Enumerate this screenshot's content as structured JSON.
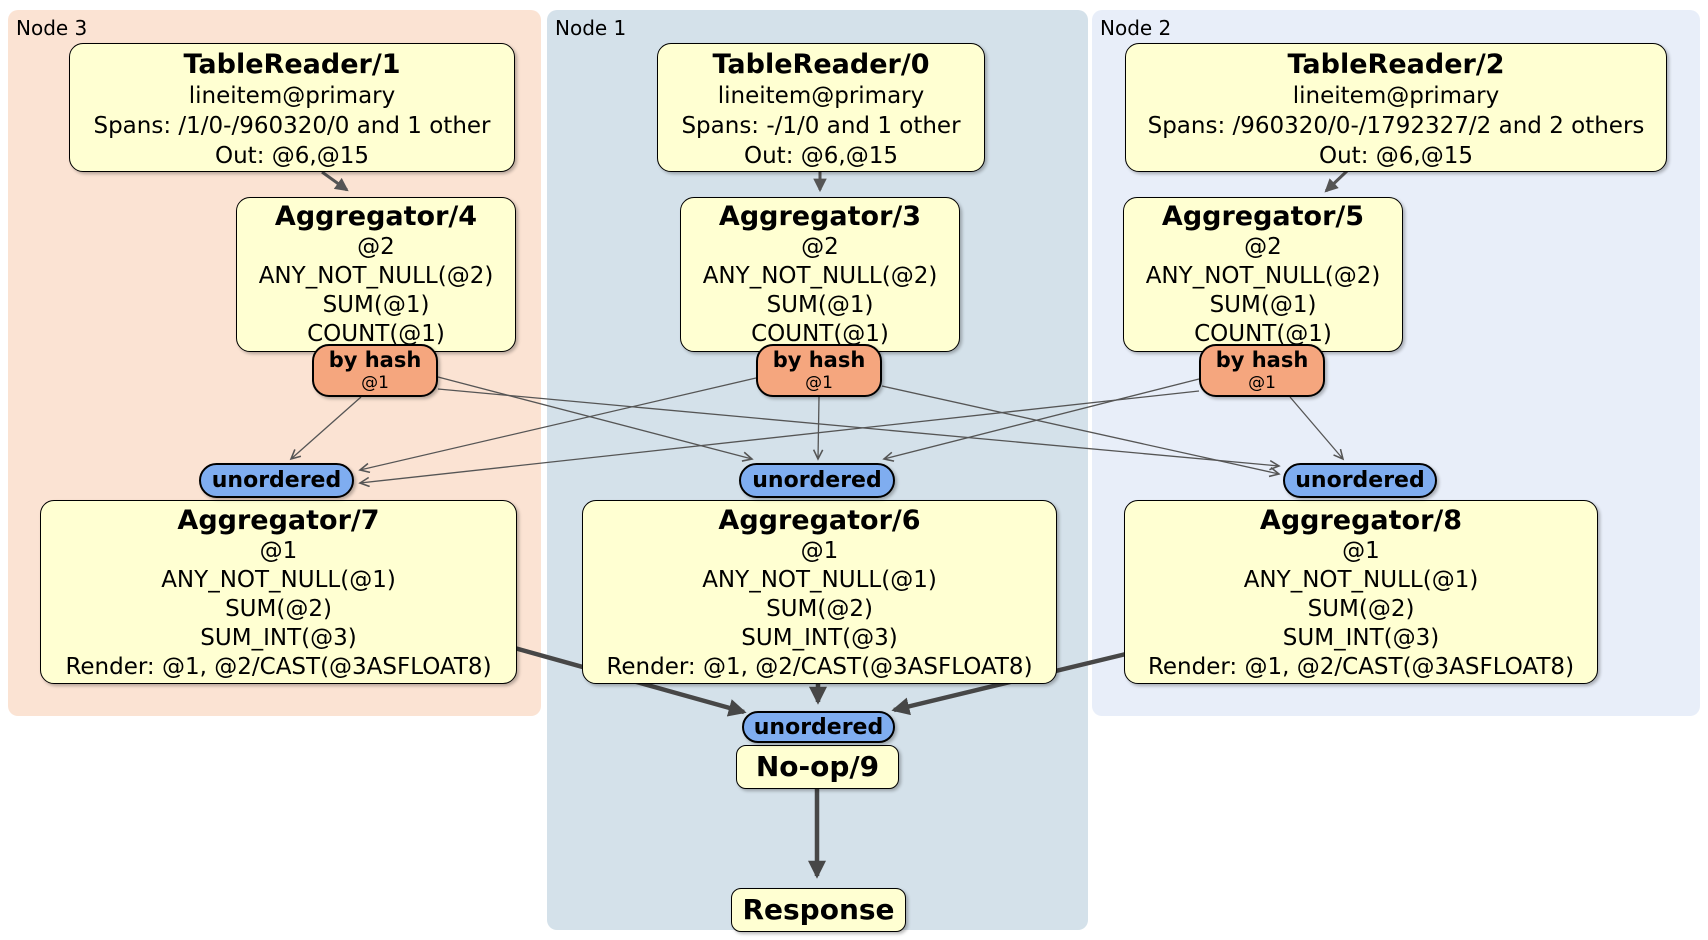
{
  "panels": [
    {
      "label": "Node 3"
    },
    {
      "label": "Node 1"
    },
    {
      "label": "Node 2"
    }
  ],
  "processors": {
    "tr1": {
      "title": "TableReader/1",
      "line1": "lineitem@primary",
      "line2": "Spans: /1/0-/960320/0 and 1 other",
      "line3": "Out: @6,@15"
    },
    "tr0": {
      "title": "TableReader/0",
      "line1": "lineitem@primary",
      "line2": "Spans: -/1/0 and 1 other",
      "line3": "Out: @6,@15"
    },
    "tr2": {
      "title": "TableReader/2",
      "line1": "lineitem@primary",
      "line2": "Spans: /960320/0-/1792327/2 and 2 others",
      "line3": "Out: @6,@15"
    },
    "agg4": {
      "title": "Aggregator/4",
      "line1": "@2",
      "line2": "ANY_NOT_NULL(@2)",
      "line3": "SUM(@1)",
      "line4": "COUNT(@1)"
    },
    "agg3": {
      "title": "Aggregator/3",
      "line1": "@2",
      "line2": "ANY_NOT_NULL(@2)",
      "line3": "SUM(@1)",
      "line4": "COUNT(@1)"
    },
    "agg5": {
      "title": "Aggregator/5",
      "line1": "@2",
      "line2": "ANY_NOT_NULL(@2)",
      "line3": "SUM(@1)",
      "line4": "COUNT(@1)"
    },
    "agg7": {
      "title": "Aggregator/7",
      "line1": "@1",
      "line2": "ANY_NOT_NULL(@1)",
      "line3": "SUM(@2)",
      "line4": "SUM_INT(@3)",
      "line5": "Render: @1, @2/CAST(@3ASFLOAT8)"
    },
    "agg6": {
      "title": "Aggregator/6",
      "line1": "@1",
      "line2": "ANY_NOT_NULL(@1)",
      "line3": "SUM(@2)",
      "line4": "SUM_INT(@3)",
      "line5": "Render: @1, @2/CAST(@3ASFLOAT8)"
    },
    "agg8": {
      "title": "Aggregator/8",
      "line1": "@1",
      "line2": "ANY_NOT_NULL(@1)",
      "line3": "SUM(@2)",
      "line4": "SUM_INT(@3)",
      "line5": "Render: @1, @2/CAST(@3ASFLOAT8)"
    },
    "noop": {
      "title": "No-op/9"
    },
    "response": {
      "title": "Response"
    }
  },
  "router": {
    "label": "by hash",
    "sub": "@1"
  },
  "sync": {
    "label": "unordered"
  },
  "edges": [
    {
      "from": "tablereader-1",
      "to": "aggregator-4"
    },
    {
      "from": "tablereader-0",
      "to": "aggregator-3"
    },
    {
      "from": "tablereader-2",
      "to": "aggregator-5"
    },
    {
      "from": "byhash-router-agg4",
      "to": "unordered-sync-agg7"
    },
    {
      "from": "byhash-router-agg4",
      "to": "unordered-sync-agg6"
    },
    {
      "from": "byhash-router-agg4",
      "to": "unordered-sync-agg8"
    },
    {
      "from": "byhash-router-agg3",
      "to": "unordered-sync-agg7"
    },
    {
      "from": "byhash-router-agg3",
      "to": "unordered-sync-agg6"
    },
    {
      "from": "byhash-router-agg3",
      "to": "unordered-sync-agg8"
    },
    {
      "from": "byhash-router-agg5",
      "to": "unordered-sync-agg7"
    },
    {
      "from": "byhash-router-agg5",
      "to": "unordered-sync-agg6"
    },
    {
      "from": "byhash-router-agg5",
      "to": "unordered-sync-agg8"
    },
    {
      "from": "aggregator-7",
      "to": "unordered-sync-noop"
    },
    {
      "from": "aggregator-6",
      "to": "unordered-sync-noop"
    },
    {
      "from": "aggregator-8",
      "to": "unordered-sync-noop"
    },
    {
      "from": "no-op-9",
      "to": "response"
    }
  ],
  "colors": {
    "panel_node3_bg": "#fbe3d3",
    "panel_node1_bg": "#d4e1ea",
    "panel_node2_bg": "#e8eef9",
    "processor_box_bg": "#ffffd2",
    "router_pill_bg": "#f5a67e",
    "sync_pill_bg": "#7fadf0",
    "edge_thin": "#555555",
    "edge_thick": "#474747"
  }
}
